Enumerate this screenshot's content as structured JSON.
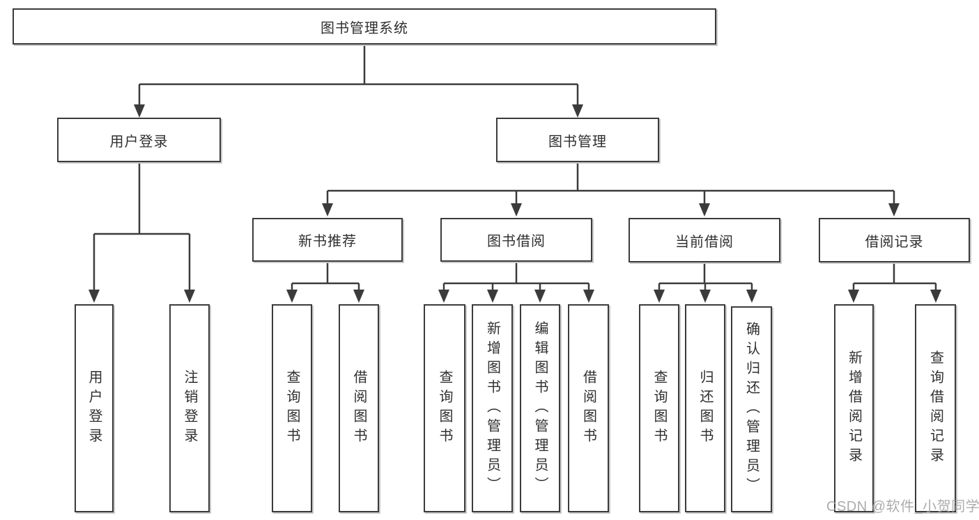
{
  "diagram": {
    "title": "图书管理系统",
    "nodes": {
      "root": "图书管理系统",
      "user_login": "用户登录",
      "book_management": "图书管理",
      "new_book_recommend": "新书推荐",
      "book_borrowing": "图书借阅",
      "current_borrowing": "当前借阅",
      "borrowing_records": "借阅记录",
      "user_login_leaf": "用户登录",
      "logout_leaf": "注销登录",
      "query_books_1": "查询图书",
      "borrow_books_1": "借阅图书",
      "query_books_2": "查询图书",
      "add_books_admin": "新增图书（管理员）",
      "edit_books_admin": "编辑图书（管理员）",
      "borrow_books_2": "借阅图书",
      "query_books_3": "查询图书",
      "return_books": "归还图书",
      "confirm_return_admin": "确认归还（管理员）",
      "add_borrow_record": "新增借阅记录",
      "query_borrow_record": "查询借阅记录"
    },
    "hierarchy": {
      "图书管理系统": {
        "用户登录": [
          "用户登录",
          "注销登录"
        ],
        "图书管理": {
          "新书推荐": [
            "查询图书",
            "借阅图书"
          ],
          "图书借阅": [
            "查询图书",
            "新增图书（管理员）",
            "编辑图书（管理员）",
            "借阅图书"
          ],
          "当前借阅": [
            "查询图书",
            "归还图书",
            "确认归还（管理员）"
          ],
          "借阅记录": [
            "新增借阅记录",
            "查询借阅记录"
          ]
        }
      }
    }
  },
  "watermark": "CSDN @软件_小贺同学",
  "colors": {
    "line": "#3b3b3b",
    "text": "#2f2f2f",
    "box_background": "#ffffff",
    "shadow": "#c9c9c9",
    "watermark": "#9e9e9e",
    "background": "#ffffff"
  }
}
